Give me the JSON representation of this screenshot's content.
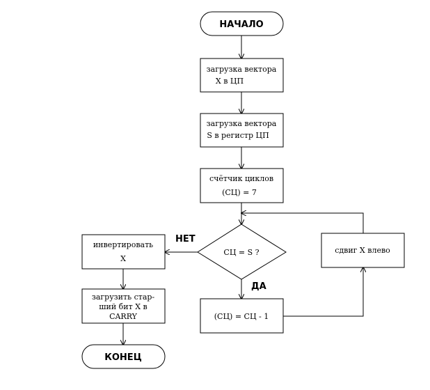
{
  "flowchart": {
    "start": "НАЧАЛО",
    "load_x": [
      "загрузка вектора",
      "X  в  ЦП"
    ],
    "load_s": [
      "загрузка вектора",
      "S в регистр ЦП"
    ],
    "counter": [
      "счётчик циклов",
      "(СЦ) = 7"
    ],
    "decision": "СЦ = S ?",
    "no_label": "НЕТ",
    "yes_label": "ДА",
    "shift": "сдвиг X влево",
    "decrement": "(СЦ) = СЦ - 1",
    "invert": [
      "инвертировать",
      "X"
    ],
    "load_high": [
      "загрузить стар-",
      "ший бит X в",
      "CARRY"
    ],
    "end": "КОНЕЦ"
  }
}
